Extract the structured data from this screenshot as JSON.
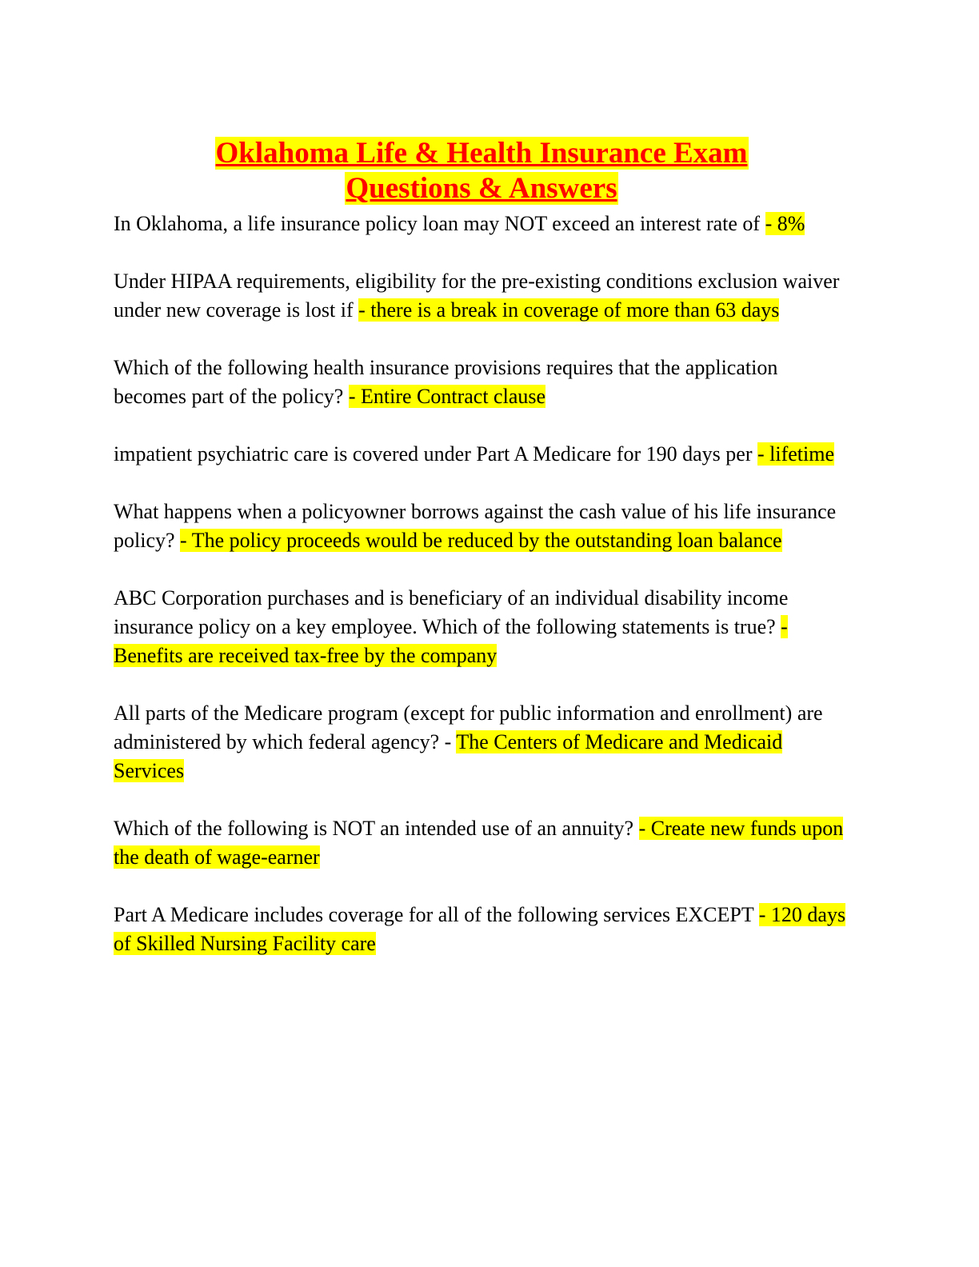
{
  "document": {
    "title_line_1": "Oklahoma Life & Health Insurance Exam",
    "title_line_2": "Questions & Answers",
    "title_color": "#FF0000",
    "highlight_color": "#FFFF00",
    "body_color": "#000000",
    "page_background": "#FFFFFF"
  },
  "qa": [
    {
      "question": "In Oklahoma, a life insurance policy loan may NOT exceed an interest rate of ",
      "separator_highlighted": true,
      "separator": "",
      "answer": "- 8%"
    },
    {
      "question": "Under HIPAA requirements, eligibility for the pre-existing conditions exclusion waiver under new coverage is lost if ",
      "separator_highlighted": true,
      "separator": "",
      "answer": "- there is a break in coverage of more than 63 days"
    },
    {
      "question": "Which of the following health insurance provisions requires that the application becomes part of the policy? ",
      "separator_highlighted": true,
      "separator": "",
      "answer": "- Entire Contract clause"
    },
    {
      "question": "impatient psychiatric care is covered under Part A Medicare for 190 days per ",
      "separator_highlighted": true,
      "separator": "",
      "answer": "- lifetime"
    },
    {
      "question": "What happens when a policyowner borrows against the cash value of his life insurance policy? ",
      "separator_highlighted": true,
      "separator": "",
      "answer": "- The policy proceeds would be reduced by the outstanding loan balance"
    },
    {
      "question": "ABC Corporation purchases and is beneficiary of an individual disability income insurance policy on a key employee. Which of the following statements is true? ",
      "separator_highlighted": true,
      "separator": "",
      "answer": "- Benefits are received tax-free by the company"
    },
    {
      "question": "All parts of the Medicare program (except for public information and enrollment) are administered by which federal agency? ",
      "separator_highlighted": false,
      "separator": "- ",
      "answer": "The Centers of Medicare and Medicaid Services"
    },
    {
      "question": "Which of the following is NOT an intended use of an annuity? ",
      "separator_highlighted": true,
      "separator": "",
      "answer": "- Create new funds upon the death of wage-earner"
    },
    {
      "question": "Part A Medicare includes coverage for all of the following services EXCEPT ",
      "separator_highlighted": true,
      "separator": "",
      "answer": "- 120 days of Skilled Nursing Facility care"
    }
  ]
}
